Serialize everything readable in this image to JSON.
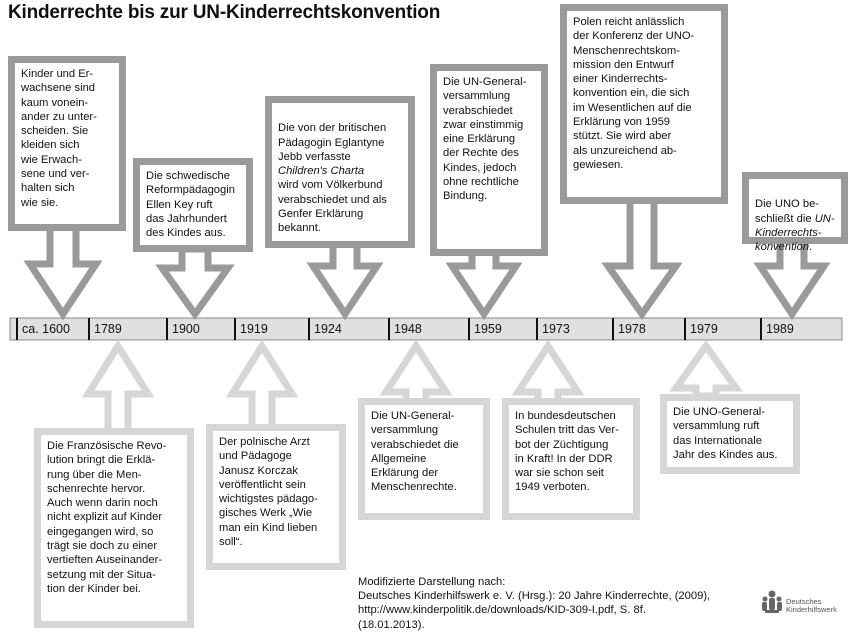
{
  "title": "Kinderrechte bis zur UN-Kinderrechtskonvention",
  "timeline": {
    "years": [
      "ca. 1600",
      "1789",
      "1900",
      "1919",
      "1924",
      "1948",
      "1959",
      "1973",
      "1978",
      "1979",
      "1989"
    ]
  },
  "events": {
    "e1600": "Kinder und Er-\nwachsene sind\nkaum vonein-\nander zu unter-\nscheiden. Sie\nkleiden sich\nwie Erwach-\nsene und ver-\nhalten sich\nwie sie.",
    "e1789": "Die Französische Revo-\nlution bringt die Erklä-\nrung über die Men-\nschenrechte hervor.\nAuch wenn darin noch\nnicht explizit auf Kinder\neingegangen wird, so\nträgt sie doch zu einer\nvertieften Auseinander-\nsetzung mit der Situa-\ntion der Kinder bei.",
    "e1900": "Die schwedische\nReformpädagogin\nEllen Key ruft\ndas Jahrhundert\ndes Kindes aus.",
    "e1919": "Der polnische Arzt\nund Pädagoge\nJanusz Korczak\nveröffentlicht sein\nwichtigstes pädago-\ngisches Werk „Wie\nman ein Kind lieben\nsoll“.",
    "e1924_a": "Die von der britischen\nPädagogin Eglantyne\nJebb verfasste",
    "e1924_i": "Children's Charta",
    "e1924_b": "wird vom Völkerbund\nverabschiedet und als\nGenfer Erklärung\nbekannt.",
    "e1948": "Die UN-General-\nversammlung\nverabschiedet die\nAllgemeine\nErklärung der\nMenschenrechte.",
    "e1959": "Die UN-General-\nversammlung\nverabschiedet\nzwar einstimmig\neine Erklärung\nder Rechte des\nKindes, jedoch\nohne rechtliche\nBindung.",
    "e1973": "In bundesdeutschen\nSchulen tritt das Ver-\nbot der Züchtigung\nin Kraft! In der DDR\nwar sie schon seit\n1949 verboten.",
    "e1978": "Polen reicht anlässlich\nder Konferenz der UNO-\nMenschenrechtskom-\nmission den Entwurf\neiner Kinderrechts-\nkonvention ein, die sich\nim Wesentlichen auf die\nErklärung von 1959\nstützt. Sie wird aber\nals unzureichend ab-\ngewiesen.",
    "e1979": "Die UNO-General-\nversammlung ruft\ndas Internationale\nJahr des Kindes aus.",
    "e1989_a": "Die UNO be-\nschließt die",
    "e1989_i": "UN-\nKinderrechts-\nkonvention",
    "e1989_b": "."
  },
  "credit": {
    "line1": "Modifizierte Darstellung nach:",
    "line2": "Deutsches Kinderhilfswerk e. V. (Hrsg.): 20 Jahre Kinderrechte, (2009),",
    "link": "http://www.kinderpolitik.de/downloads/KID-309-I.pdf",
    "line3_suffix": ", S. 8f.",
    "line4": "(18.01.2013)."
  },
  "logo": {
    "name": "Deutsches\nKinderhilfswerk"
  },
  "colors": {
    "dark_arrow": "#9a9a9a",
    "light_arrow": "#d6d6d6",
    "timeline_bar": "#e0e0e0"
  }
}
